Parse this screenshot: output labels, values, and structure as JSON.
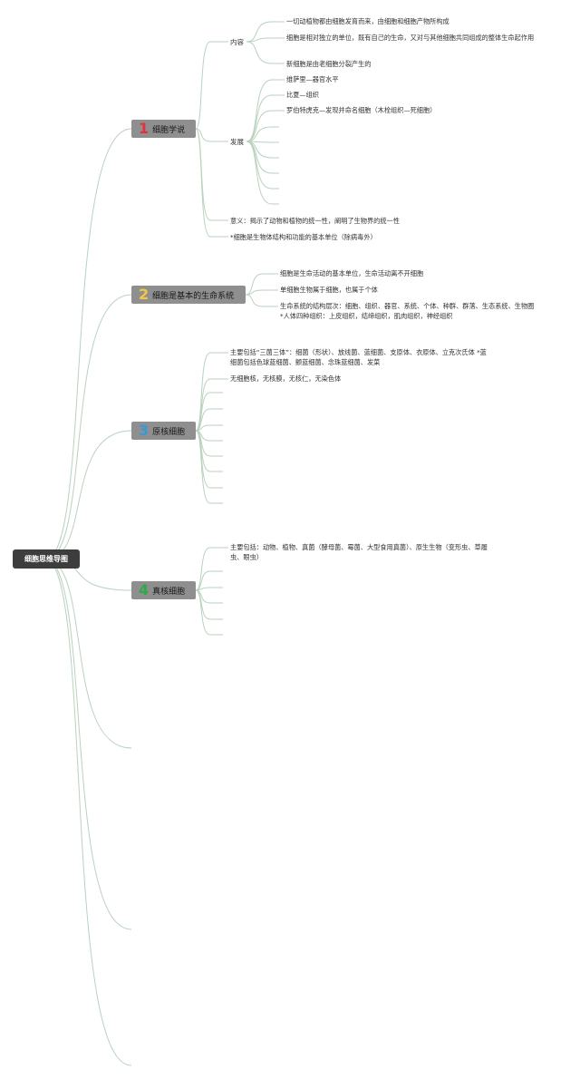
{
  "root": {
    "title": "细胞思维导图"
  },
  "topics": [
    {
      "number": "1",
      "number_color": "#e2313f",
      "title": "细胞学说",
      "sub": [
        {
          "label": "内容",
          "items": [
            "一切动植物都由细胞发育而来，由细胞和细胞产物所构成",
            "细胞是相对独立的单位，既有自己的生命，又对与其他细胞共同组成的整体生命起作用",
            "新细胞是由老细胞分裂产生的"
          ]
        },
        {
          "label": "发展",
          "items": [
            "维萨里—器官水平",
            "比夏—组织",
            "罗伯特虎克—发现并命名细胞（木栓组织—死细胞）"
          ]
        }
      ],
      "notes": [
        "意义：揭示了动物和植物的统一性，阐明了生物界的统一性",
        "*细胞是生物体结构和功能的基本单位（除病毒外）"
      ]
    },
    {
      "number": "2",
      "number_color": "#f4c64a",
      "title": "细胞是基本的生命系统",
      "items": [
        "细胞是生命活动的基本单位，生命活动离不开细胞",
        "单细胞生物属于细胞，也属于个体",
        "生命系统的结构层次：细胞、组织、器官、系统、个体、种群、群落、生态系统、生物圈 *人体四种组织：上皮组织，结缔组织，肌肉组织，神经组织"
      ]
    },
    {
      "number": "3",
      "number_color": "#3b97d6",
      "title": "原核细胞",
      "items": [
        "主要包括“三菌三体”：细菌（形状）、放线菌、蓝细菌、支原体、衣原体、立克次氏体 *蓝细菌包括色球蓝细菌、颤蓝细菌、念珠蓝细菌、发菜",
        "无细胞核，无核膜，无核仁，无染色体"
      ]
    },
    {
      "number": "4",
      "number_color": "#2fa84a",
      "title": "真核细胞",
      "items": [
        "主要包括：动物、植物、真菌（酵母菌、霉菌、大型食用真菌）、原生生物（变形虫、草履虫、眼虫）"
      ]
    }
  ]
}
